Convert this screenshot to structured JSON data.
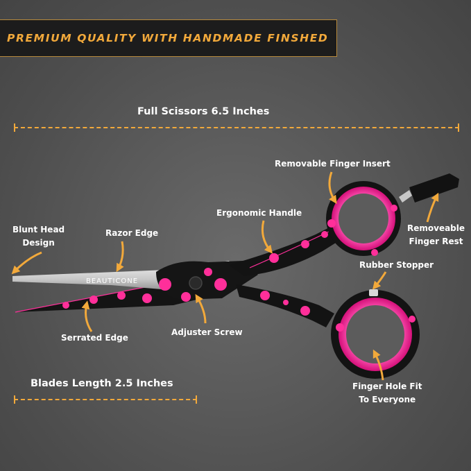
{
  "banner": {
    "text": "PREMIUM QUALITY WITH HANDMADE FINSHED"
  },
  "measurements": {
    "full": "Full Scissors  6.5 Inches",
    "blades": "Blades Length 2.5 Inches"
  },
  "brand": "BEAUTICONE",
  "callouts": {
    "removable_insert": "Removable Finger Insert",
    "ergonomic_handle": "Ergonomic Handle",
    "blunt_head": [
      "Blunt Head",
      "Design"
    ],
    "razor_edge": "Razor Edge",
    "finger_rest": [
      "Removeable",
      "Finger Rest"
    ],
    "rubber_stopper": "Rubber Stopper",
    "serrated_edge": "Serrated Edge",
    "adjuster_screw": "Adjuster Screw",
    "finger_hole": [
      "Finger Hole Fit",
      "To Everyone"
    ]
  },
  "colors": {
    "accent": "#f2a93b",
    "pink": "#ff2f9a",
    "handle": "#131313",
    "background": "#555555"
  }
}
